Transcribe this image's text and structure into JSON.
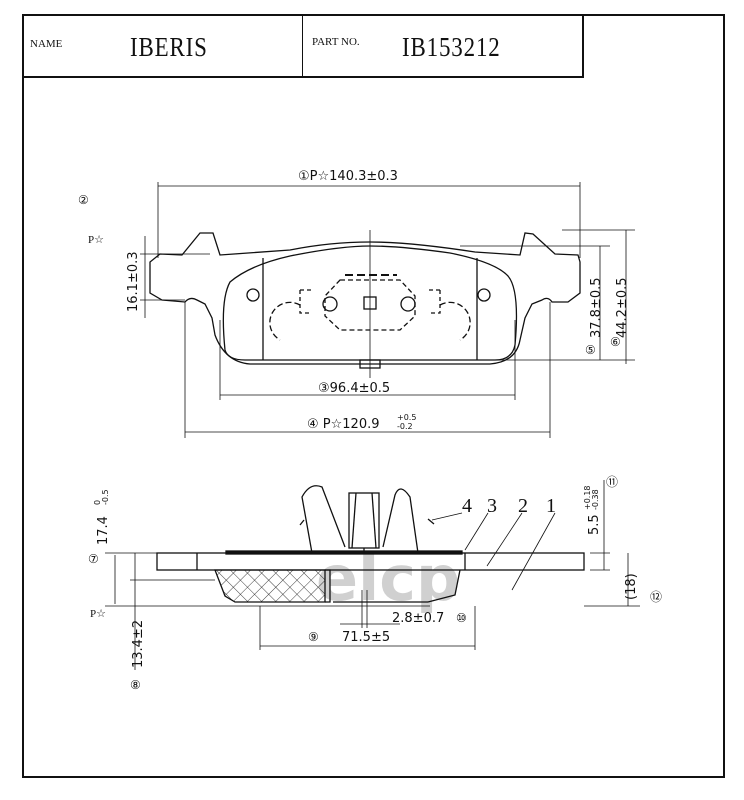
{
  "header": {
    "name_label": "NAME",
    "name_value": "IBERIS",
    "part_label": "PART NO.",
    "part_value": "IB153212"
  },
  "top_view": {
    "dim1": "P☆140.3±0.3",
    "dim2_marker": "②",
    "p_star": "P☆",
    "dim_16": "16.1±0.3",
    "dim3": "96.4±0.5",
    "dim4": "P☆120.9",
    "dim4_plus": "+0.5",
    "dim4_minus": "-0.2",
    "dim5": "37.8±0.5",
    "dim6": "44.2±0.5",
    "markers": [
      "①",
      "②",
      "③",
      "④",
      "⑤",
      "⑥"
    ]
  },
  "side_view": {
    "dim7": "17.4",
    "dim7_plus": "0",
    "dim7_minus": "-0.5",
    "dim8": "13.4±2",
    "dim9": "71.5±5",
    "dim10": "2.8±0.7",
    "dim11": "5.5",
    "dim11_plus": "+0.18",
    "dim11_minus": "-0.38",
    "dim12": "(18)",
    "p_star": "P☆",
    "markers": [
      "⑦",
      "⑧",
      "⑨",
      "⑩",
      "⑪",
      "⑫"
    ],
    "callouts": [
      "4",
      "3",
      "2",
      "1"
    ]
  },
  "watermark": "elcp"
}
